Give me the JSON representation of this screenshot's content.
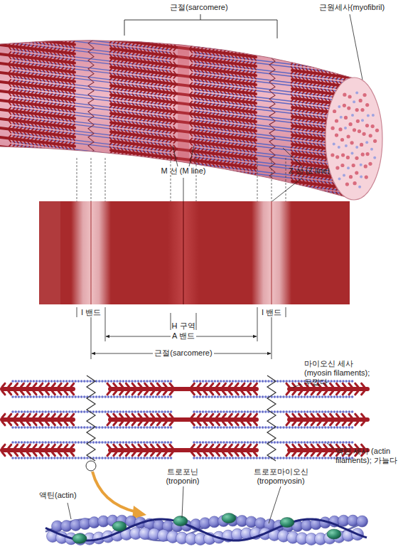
{
  "diagram": {
    "labels": [
      "근절(sarcomere)",
      "근원세사(myofibril)",
      "M 선 (M line)",
      "Z 선 (Z line)",
      "I 밴드",
      "H 구역",
      "I 밴드",
      "A 밴드",
      "근절(sarcomere)",
      "마이오신 세사 (myosin filaments); 두껍다",
      "액틴 세사 (actin filaments); 가늘다",
      "액틴(actin)",
      "트로포닌 (troponin)",
      "트로포마이오신 (tropomyosin)"
    ]
  }
}
